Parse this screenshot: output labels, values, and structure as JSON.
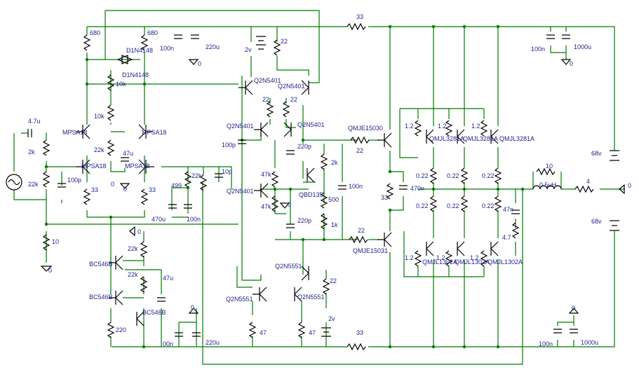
{
  "components": [
    {
      "id": "r680a",
      "text": "680"
    },
    {
      "id": "r680b",
      "text": "680"
    },
    {
      "id": "d1",
      "text": "D1N4148"
    },
    {
      "id": "d2",
      "text": "D1N4148"
    },
    {
      "id": "c100n_top",
      "text": "100n"
    },
    {
      "id": "c220u_top",
      "text": "220u"
    },
    {
      "id": "gnd_top",
      "text": "0"
    },
    {
      "id": "v2v_top",
      "text": "2v"
    },
    {
      "id": "r22_top",
      "text": "22"
    },
    {
      "id": "r33_top",
      "text": "33"
    },
    {
      "id": "c100n_tr",
      "text": "100n"
    },
    {
      "id": "c1000u_tr",
      "text": "1000u"
    },
    {
      "id": "gnd_tr",
      "text": "0"
    },
    {
      "id": "c47u_in",
      "text": "4.7u"
    },
    {
      "id": "r10k_a",
      "text": "10k"
    },
    {
      "id": "r10k_b",
      "text": "10k"
    },
    {
      "id": "q_mpsa18_a",
      "text": "MPSA18"
    },
    {
      "id": "q_mpsa18_b",
      "text": "MPSA18"
    },
    {
      "id": "q_mpsa18_c",
      "text": "MPSA18"
    },
    {
      "id": "q_mpsa18_d",
      "text": "MPSA18"
    },
    {
      "id": "r2k_in",
      "text": "2k"
    },
    {
      "id": "r22k_in",
      "text": "22k"
    },
    {
      "id": "c100p_in",
      "text": "100p"
    },
    {
      "id": "r22k_mid",
      "text": "22k"
    },
    {
      "id": "c47u_mid",
      "text": "47u"
    },
    {
      "id": "gnd_mid",
      "text": "0"
    },
    {
      "id": "r33_a",
      "text": "33"
    },
    {
      "id": "r33_b",
      "text": "33"
    },
    {
      "id": "q_2n5401_a",
      "text": "Q2N5401"
    },
    {
      "id": "q_2n5401_b",
      "text": "Q2N5401"
    },
    {
      "id": "r22_c",
      "text": "22"
    },
    {
      "id": "r22_d",
      "text": "22"
    },
    {
      "id": "q_2n5401_c",
      "text": "Q2N5401"
    },
    {
      "id": "q_2n5401_d",
      "text": "Q2N5401"
    },
    {
      "id": "q_2n5401_e",
      "text": "Q2N5401"
    },
    {
      "id": "c100p_b",
      "text": "100p"
    },
    {
      "id": "c220p_a",
      "text": "220p"
    },
    {
      "id": "c220p_b",
      "text": "220p"
    },
    {
      "id": "r47k_a",
      "text": "47k"
    },
    {
      "id": "r47k_b",
      "text": "47k"
    },
    {
      "id": "r2k_b",
      "text": "2k"
    },
    {
      "id": "r500",
      "text": "500"
    },
    {
      "id": "q_bd135",
      "text": "QBD135"
    },
    {
      "id": "c100n_mid",
      "text": "100n"
    },
    {
      "id": "r1k",
      "text": "1k"
    },
    {
      "id": "gnd_c",
      "text": "0"
    },
    {
      "id": "r22k_c",
      "text": "22k"
    },
    {
      "id": "r499",
      "text": "499"
    },
    {
      "id": "c10p",
      "text": "10p"
    },
    {
      "id": "c470u",
      "text": "470u"
    },
    {
      "id": "c100n_b",
      "text": "100n"
    },
    {
      "id": "r10_gnd",
      "text": "10"
    },
    {
      "id": "gnd_d",
      "text": "0"
    },
    {
      "id": "gnd_e",
      "text": "0"
    },
    {
      "id": "r22k_d",
      "text": "22k"
    },
    {
      "id": "r22k_e",
      "text": "22k"
    },
    {
      "id": "q_bc546_a",
      "text": "BC546B"
    },
    {
      "id": "q_bc546_b",
      "text": "BC546B"
    },
    {
      "id": "q_bc546_c",
      "text": "BC546B"
    },
    {
      "id": "c47u_b",
      "text": "47u"
    },
    {
      "id": "r220",
      "text": "220"
    },
    {
      "id": "c00n",
      "text": "00n"
    },
    {
      "id": "c220u_b",
      "text": "220u"
    },
    {
      "id": "gnd_f",
      "text": "0"
    },
    {
      "id": "q_2n5551_a",
      "text": "Q2N5551"
    },
    {
      "id": "q_2n5551_b",
      "text": "Q2N5551"
    },
    {
      "id": "q_2n5551_c",
      "text": "Q2N5551"
    },
    {
      "id": "r22_e",
      "text": "22"
    },
    {
      "id": "r47_a",
      "text": "47"
    },
    {
      "id": "r47_b",
      "text": "47"
    },
    {
      "id": "v2v_bot",
      "text": "2v"
    },
    {
      "id": "r33_bot",
      "text": "33"
    },
    {
      "id": "q_mje15030",
      "text": "QMJE15030"
    },
    {
      "id": "q_mje15031",
      "text": "QMJE15031"
    },
    {
      "id": "r22_f",
      "text": "22"
    },
    {
      "id": "r22_g",
      "text": "22"
    },
    {
      "id": "r33_c",
      "text": "33"
    },
    {
      "id": "c470n",
      "text": "470n"
    },
    {
      "id": "r1_2_a",
      "text": "1.2"
    },
    {
      "id": "r1_2_b",
      "text": "1.2"
    },
    {
      "id": "r1_2_c",
      "text": "1.2"
    },
    {
      "id": "r1_2_d",
      "text": "1.2"
    },
    {
      "id": "r1_2_e",
      "text": "1.2"
    },
    {
      "id": "r1_2_f",
      "text": "1.2"
    },
    {
      "id": "q_mjl3281_a",
      "text": "QMJL3281A"
    },
    {
      "id": "q_mjl3281_b",
      "text": "QMJL3281A"
    },
    {
      "id": "q_mjl3281_c",
      "text": "QMJL3281A"
    },
    {
      "id": "q_mjl1302_a",
      "text": "QMJL1302A"
    },
    {
      "id": "q_mjl1302_b",
      "text": "QMJL1302A"
    },
    {
      "id": "q_mjl1302_c",
      "text": "QMJL1302A"
    },
    {
      "id": "r022_a",
      "text": "0.22"
    },
    {
      "id": "r022_b",
      "text": "0.22"
    },
    {
      "id": "r022_c",
      "text": "0.22"
    },
    {
      "id": "r022_d",
      "text": "0.22"
    },
    {
      "id": "r022_e",
      "text": "0.22"
    },
    {
      "id": "r022_f",
      "text": "0.22"
    },
    {
      "id": "r10_out",
      "text": "10"
    },
    {
      "id": "l05uh",
      "text": "0.5uH"
    },
    {
      "id": "r4",
      "text": "4"
    },
    {
      "id": "c47n",
      "text": "47n"
    },
    {
      "id": "r4_7",
      "text": "4.7"
    },
    {
      "id": "v68_a",
      "text": "68v"
    },
    {
      "id": "v68_b",
      "text": "68v"
    },
    {
      "id": "gnd_out",
      "text": "0"
    },
    {
      "id": "c100n_br",
      "text": "100n"
    },
    {
      "id": "c1000u_br",
      "text": "1000u"
    },
    {
      "id": "gnd_br",
      "text": "0"
    },
    {
      "id": "gnd_c2",
      "text": "0"
    }
  ]
}
